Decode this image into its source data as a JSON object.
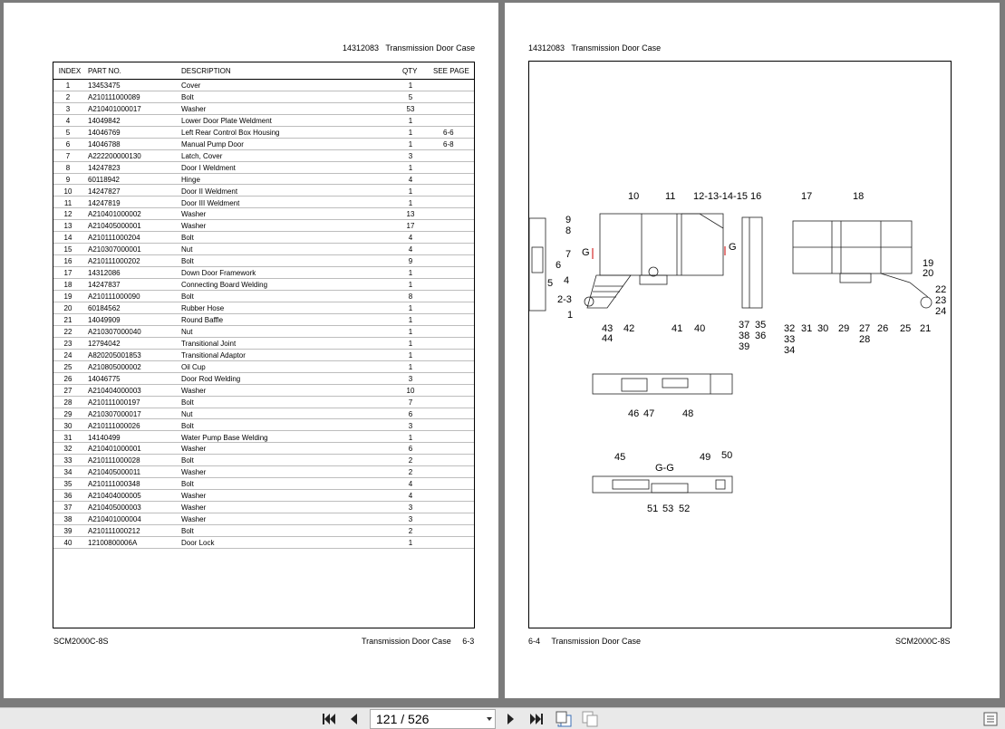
{
  "left_page": {
    "header": {
      "doc_code": "14312083",
      "doc_title": "Transmission Door Case"
    },
    "footer": {
      "model": "SCM2000C-8S",
      "section": "Transmission Door Case",
      "page_no": "6-3"
    },
    "table": {
      "columns": [
        "INDEX",
        "PART NO.",
        "DESCRIPTION",
        "QTY",
        "SEE PAGE"
      ],
      "rows": [
        [
          "1",
          "13453475",
          "Cover",
          "1",
          ""
        ],
        [
          "2",
          "A210111000089",
          "Bolt",
          "5",
          ""
        ],
        [
          "3",
          "A210401000017",
          "Washer",
          "53",
          ""
        ],
        [
          "4",
          "14049842",
          "Lower Door Plate Weldment",
          "1",
          ""
        ],
        [
          "5",
          "14046769",
          "Left Rear Control Box Housing",
          "1",
          "6-6"
        ],
        [
          "6",
          "14046788",
          "Manual Pump Door",
          "1",
          "6-8"
        ],
        [
          "7",
          "A222200000130",
          "Latch, Cover",
          "3",
          ""
        ],
        [
          "8",
          "14247823",
          "Door I Weldment",
          "1",
          ""
        ],
        [
          "9",
          "60118942",
          "Hinge",
          "4",
          ""
        ],
        [
          "10",
          "14247827",
          "Door II Weldment",
          "1",
          ""
        ],
        [
          "11",
          "14247819",
          "Door III Weldment",
          "1",
          ""
        ],
        [
          "12",
          "A210401000002",
          "Washer",
          "13",
          ""
        ],
        [
          "13",
          "A210405000001",
          "Washer",
          "17",
          ""
        ],
        [
          "14",
          "A210111000204",
          "Bolt",
          "4",
          ""
        ],
        [
          "15",
          "A210307000001",
          "Nut",
          "4",
          ""
        ],
        [
          "16",
          "A210111000202",
          "Bolt",
          "9",
          ""
        ],
        [
          "17",
          "14312086",
          "Down Door Framework",
          "1",
          ""
        ],
        [
          "18",
          "14247837",
          "Connecting Board Welding",
          "1",
          ""
        ],
        [
          "19",
          "A210111000090",
          "Bolt",
          "8",
          ""
        ],
        [
          "20",
          "60184562",
          "Rubber Hose",
          "1",
          ""
        ],
        [
          "21",
          "14049909",
          "Round Baffle",
          "1",
          ""
        ],
        [
          "22",
          "A210307000040",
          "Nut",
          "1",
          ""
        ],
        [
          "23",
          "12794042",
          "Transitional Joint",
          "1",
          ""
        ],
        [
          "24",
          "A820205001853",
          "Transitional Adaptor",
          "1",
          ""
        ],
        [
          "25",
          "A210805000002",
          "Oil Cup",
          "1",
          ""
        ],
        [
          "26",
          "14046775",
          "Door Rod Welding",
          "3",
          ""
        ],
        [
          "27",
          "A210404000003",
          "Washer",
          "10",
          ""
        ],
        [
          "28",
          "A210111000197",
          "Bolt",
          "7",
          ""
        ],
        [
          "29",
          "A210307000017",
          "Nut",
          "6",
          ""
        ],
        [
          "30",
          "A210111000026",
          "Bolt",
          "3",
          ""
        ],
        [
          "31",
          "14140499",
          "Water Pump Base Welding",
          "1",
          ""
        ],
        [
          "32",
          "A210401000001",
          "Washer",
          "6",
          ""
        ],
        [
          "33",
          "A210111000028",
          "Bolt",
          "2",
          ""
        ],
        [
          "34",
          "A210405000011",
          "Washer",
          "2",
          ""
        ],
        [
          "35",
          "A210111000348",
          "Bolt",
          "4",
          ""
        ],
        [
          "36",
          "A210404000005",
          "Washer",
          "4",
          ""
        ],
        [
          "37",
          "A210405000003",
          "Washer",
          "3",
          ""
        ],
        [
          "38",
          "A210401000004",
          "Washer",
          "3",
          ""
        ],
        [
          "39",
          "A210111000212",
          "Bolt",
          "2",
          ""
        ],
        [
          "40",
          "12100800006A",
          "Door Lock",
          "1",
          ""
        ]
      ]
    }
  },
  "right_page": {
    "header": {
      "doc_code": "14312083",
      "doc_title": "Transmission Door Case"
    },
    "footer": {
      "page_no": "6-4",
      "section": "Transmission Door Case",
      "model": "SCM2000C-8S"
    },
    "callouts": [
      {
        "t": "10"
      },
      {
        "t": "11"
      },
      {
        "t": "12-13-14-15"
      },
      {
        "t": "16"
      },
      {
        "t": "17"
      },
      {
        "t": "18"
      },
      {
        "t": "9"
      },
      {
        "t": "8"
      },
      {
        "t": "7"
      },
      {
        "t": "G"
      },
      {
        "t": "G"
      },
      {
        "t": "6"
      },
      {
        "t": "5"
      },
      {
        "t": "4"
      },
      {
        "t": "2-3"
      },
      {
        "t": "1"
      },
      {
        "t": "43"
      },
      {
        "t": "44"
      },
      {
        "t": "42"
      },
      {
        "t": "41"
      },
      {
        "t": "40"
      },
      {
        "t": "37"
      },
      {
        "t": "38"
      },
      {
        "t": "39"
      },
      {
        "t": "35"
      },
      {
        "t": "36"
      },
      {
        "t": "32"
      },
      {
        "t": "33"
      },
      {
        "t": "34"
      },
      {
        "t": "31"
      },
      {
        "t": "30"
      },
      {
        "t": "29"
      },
      {
        "t": "27"
      },
      {
        "t": "28"
      },
      {
        "t": "26"
      },
      {
        "t": "25"
      },
      {
        "t": "21"
      },
      {
        "t": "19"
      },
      {
        "t": "20"
      },
      {
        "t": "22"
      },
      {
        "t": "23"
      },
      {
        "t": "24"
      },
      {
        "t": "46"
      },
      {
        "t": "47"
      },
      {
        "t": "48"
      },
      {
        "t": "45"
      },
      {
        "t": "G-G"
      },
      {
        "t": "49"
      },
      {
        "t": "50"
      },
      {
        "t": "51"
      },
      {
        "t": "53"
      },
      {
        "t": "52"
      }
    ]
  },
  "toolbar": {
    "page_indicator": "121 / 526",
    "icons": [
      "first-page-icon",
      "prev-page-icon",
      "next-page-icon",
      "last-page-icon",
      "rotate-page-icon",
      "copy-page-icon",
      "sidebar-toggle-icon"
    ]
  }
}
